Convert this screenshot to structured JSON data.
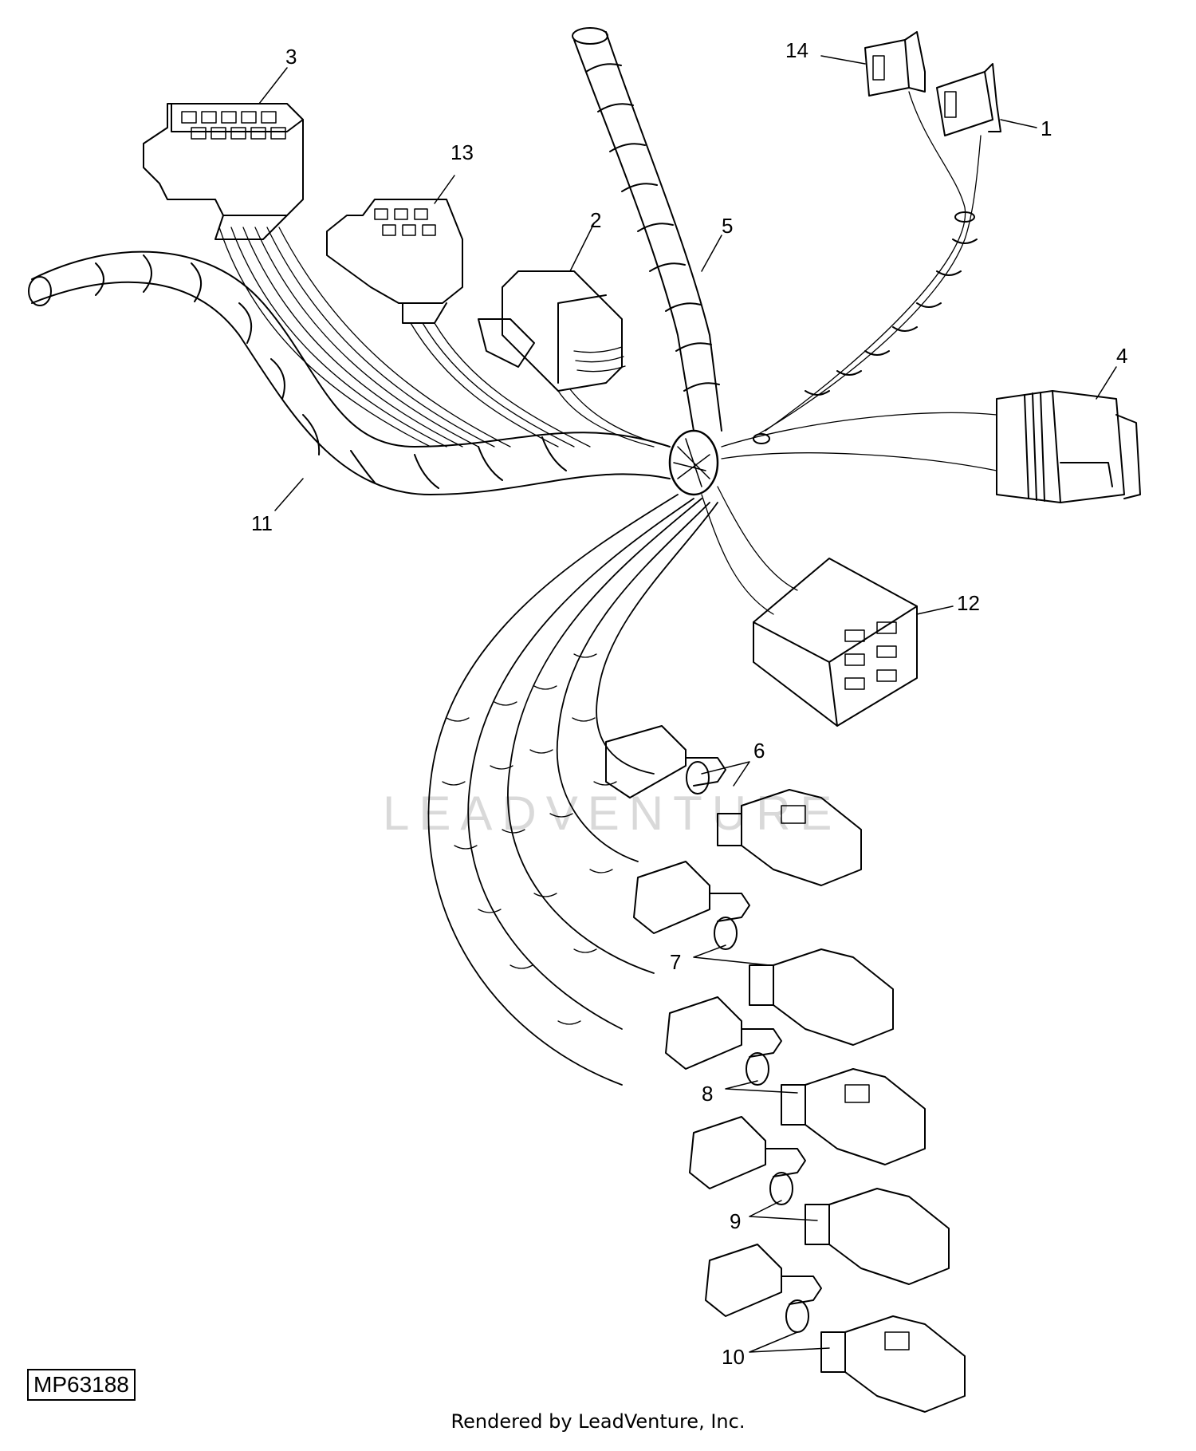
{
  "diagram": {
    "callouts": [
      {
        "id": "c1",
        "text": "1"
      },
      {
        "id": "c2",
        "text": "2"
      },
      {
        "id": "c3",
        "text": "3"
      },
      {
        "id": "c4",
        "text": "4"
      },
      {
        "id": "c5",
        "text": "5"
      },
      {
        "id": "c6",
        "text": "6"
      },
      {
        "id": "c7",
        "text": "7"
      },
      {
        "id": "c8",
        "text": "8"
      },
      {
        "id": "c9",
        "text": "9"
      },
      {
        "id": "c10",
        "text": "10"
      },
      {
        "id": "c11",
        "text": "11"
      },
      {
        "id": "c12",
        "text": "12"
      },
      {
        "id": "c13",
        "text": "13"
      },
      {
        "id": "c14",
        "text": "14"
      }
    ],
    "watermark": "LEADVENTURE",
    "reference_code": "MP63188",
    "credit": "Rendered by LeadVenture, Inc."
  }
}
